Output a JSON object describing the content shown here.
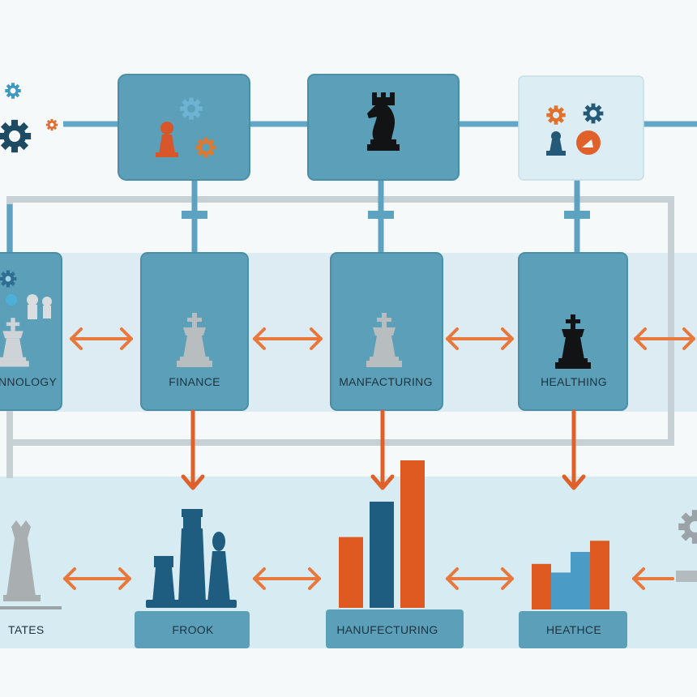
{
  "colors": {
    "background": "#f6f9fa",
    "band": "#d9ecf2",
    "box": "#5b9fb8",
    "box_border": "#4a8ca6",
    "box_light": "#dcedf4",
    "connector": "#5aa3c4",
    "rail": "#c9d2d6",
    "arrow": "#e2642e",
    "orange": "#df5a20",
    "dark_blue": "#1e5d80",
    "mid_blue": "#4a9cc6",
    "piece_dark": "#121416",
    "piece_gray": "#a9aeb1"
  },
  "top_row": {
    "left_edge_icon": "gears-icon",
    "boxes": [
      {
        "icon": "gears-pawn-icon"
      },
      {
        "icon": "knight-icon"
      },
      {
        "icon": "gears-pawn-icon"
      }
    ]
  },
  "middle_row": {
    "labels": [
      "NNOLOGY",
      "FINANCE",
      "MANFACTURING",
      "HEALTHING"
    ]
  },
  "bottom_row": {
    "labels": [
      "TATES",
      "FROOK",
      "HANUFECTURING",
      "HEATHCE"
    ],
    "bars_center": [
      {
        "value": 0.48,
        "color": "orange"
      },
      {
        "value": 0.72,
        "color": "dark_blue"
      },
      {
        "value": 1.0,
        "color": "orange"
      }
    ],
    "bars_right": [
      {
        "value": 0.53,
        "color": "orange"
      },
      {
        "value": 0.43,
        "color": "mid_blue"
      },
      {
        "value": 0.67,
        "color": "mid_blue"
      },
      {
        "value": 0.8,
        "color": "orange"
      }
    ]
  }
}
